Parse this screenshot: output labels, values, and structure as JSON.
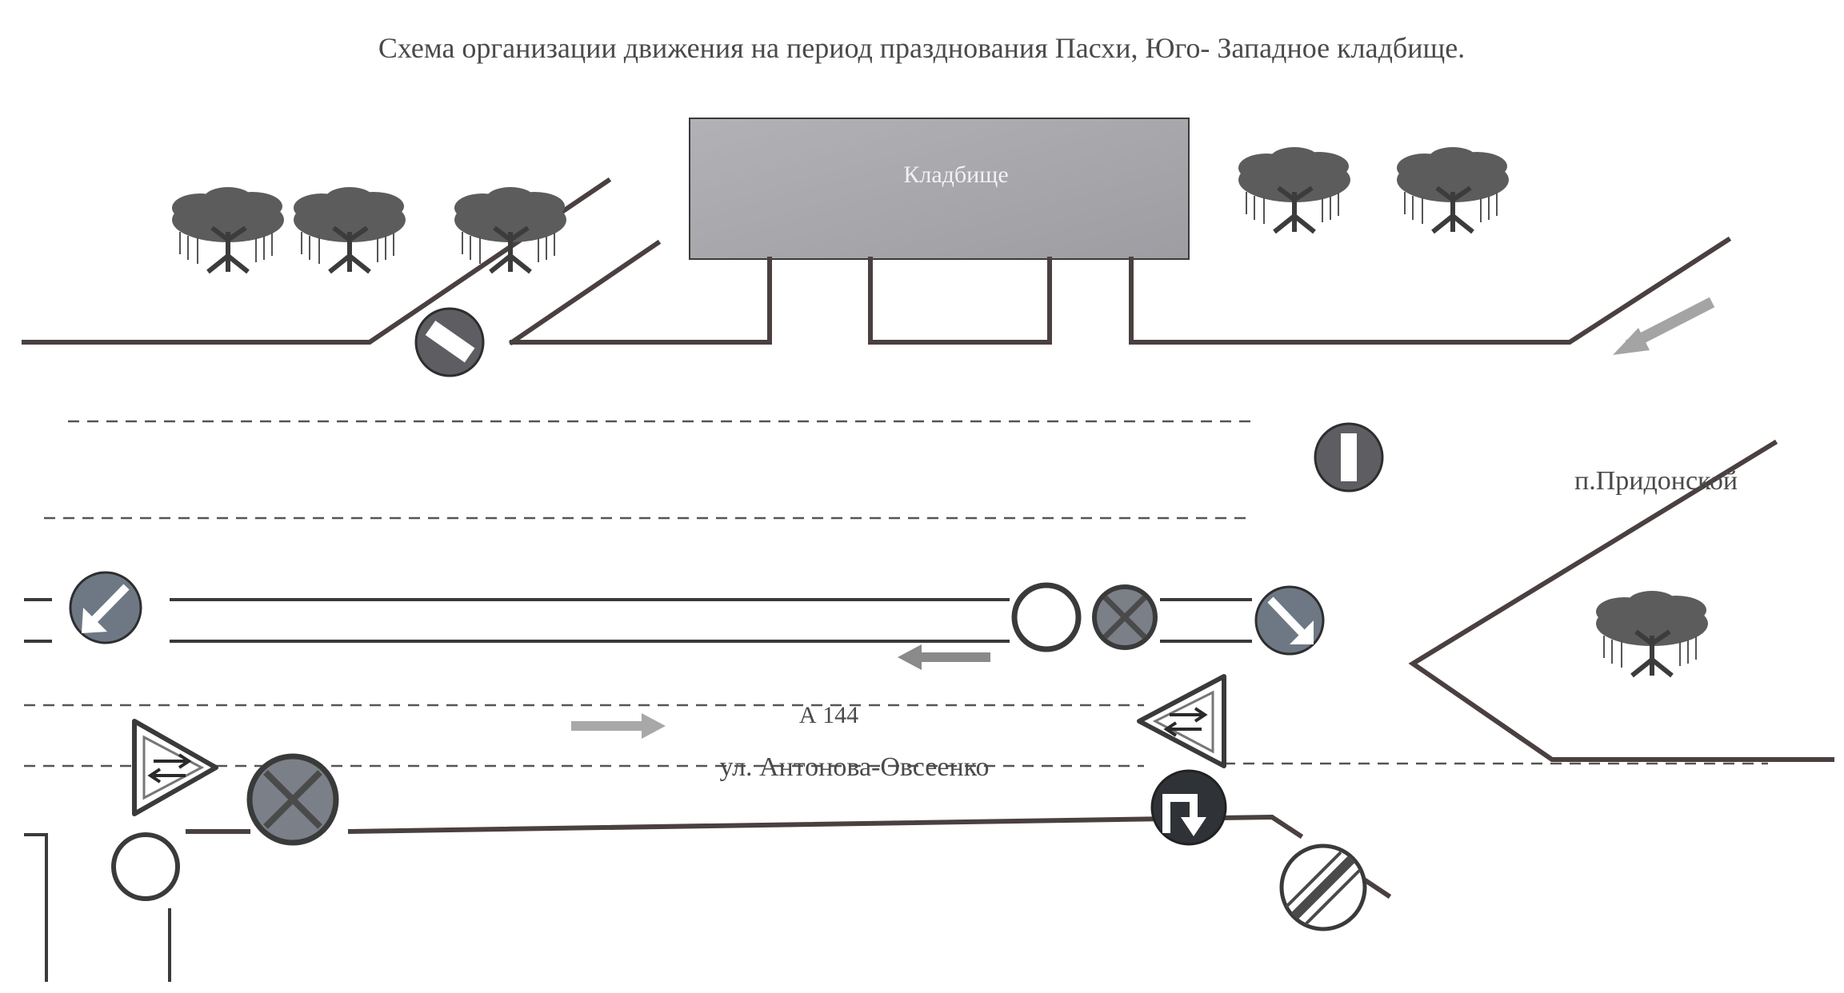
{
  "title": "Схема организации движения на период празднования Пасхи, Юго- Западное кладбище.",
  "cemetery_label": "Кладбище",
  "settlement_label": "п.Придонской",
  "road_number": "А 144",
  "street_name": "ул. Антонова-Овсеенко",
  "colors": {
    "road_line": "#4a4040",
    "sign_blue": "#6e7884",
    "sign_red_border": "#3a3a3a",
    "cemetery_fill": "#a9a9ad",
    "arrow_gray": "#9a9a9a"
  },
  "signs": [
    "no-entry-sign",
    "no-entry-sign",
    "keep-left-sign",
    "keep-right-sign",
    "no-vehicles-sign",
    "no-stopping-sign",
    "no-stopping-sign",
    "two-way-traffic-sign",
    "two-way-traffic-sign",
    "turn-right-sign",
    "end-of-restrictions-sign"
  ]
}
